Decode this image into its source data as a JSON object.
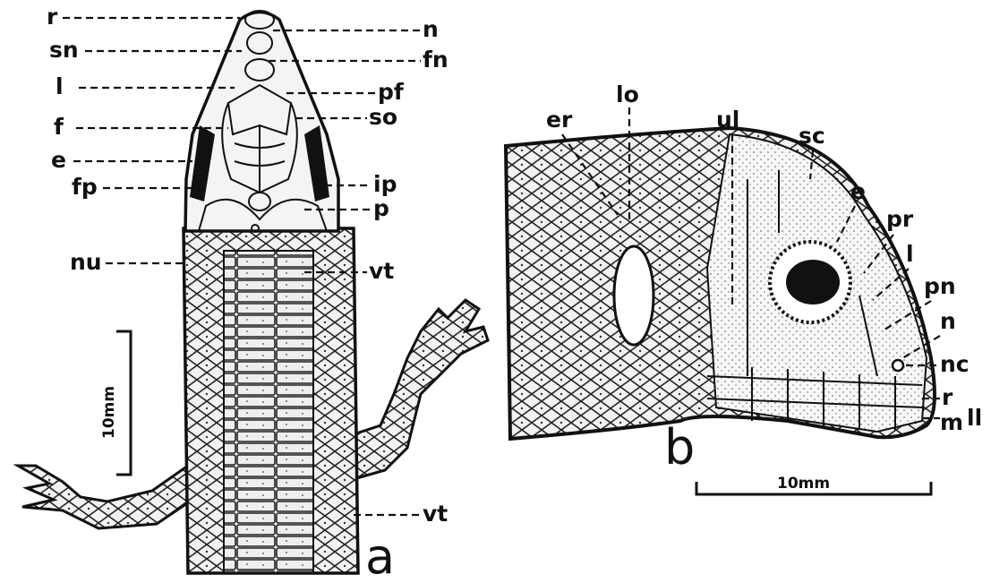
{
  "panel_a": {
    "panel_label": "a",
    "scale_label": "10mm",
    "labels_left": [
      "r",
      "sn",
      "l",
      "f",
      "e",
      "fp",
      "nu"
    ],
    "labels_right": [
      "n",
      "fn",
      "pf",
      "so",
      "ip",
      "p",
      "vt",
      "vt"
    ]
  },
  "panel_b": {
    "panel_label": "b",
    "scale_label": "10mm",
    "labels_top": [
      "er",
      "lo",
      "ul",
      "sc",
      "e",
      "pr",
      "l",
      "pn",
      "n"
    ],
    "labels_right": [
      "nc",
      "r",
      "m",
      "ll"
    ]
  },
  "colors": {
    "ink": "#111111",
    "paper": "#ffffff",
    "stipple": "#f4f4f4"
  }
}
